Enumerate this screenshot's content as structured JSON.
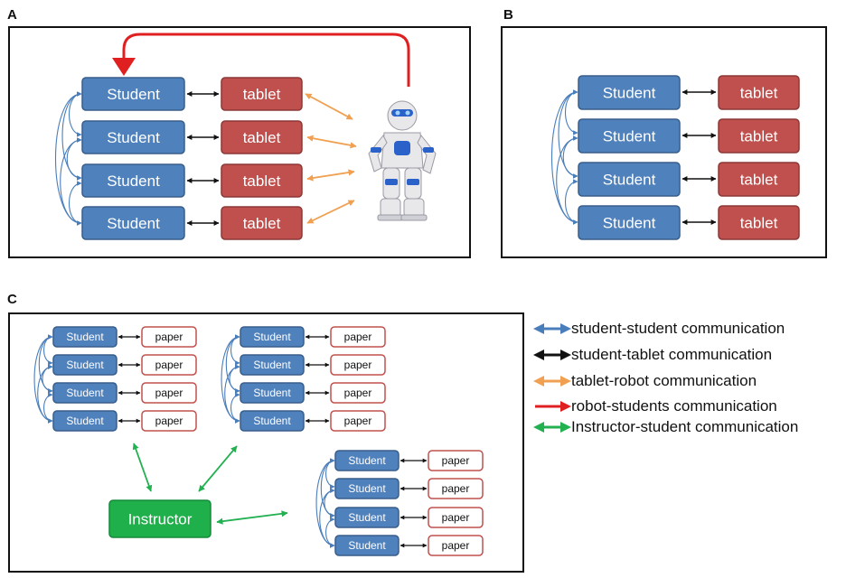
{
  "panels": {
    "a": "A",
    "b": "B",
    "c": "C"
  },
  "labels": {
    "student": "Student",
    "tablet": "tablet",
    "paper": "paper",
    "instructor": "Instructor"
  },
  "legend": [
    {
      "text": "student-student communication",
      "color": "#4a7ebb"
    },
    {
      "text": "student-tablet communication",
      "color": "#111111"
    },
    {
      "text": "tablet-robot communication",
      "color": "#f0a050"
    },
    {
      "text": "robot-students communication",
      "color": "#e02020"
    },
    {
      "text": "Instructor-student communication",
      "color": "#22b050"
    }
  ],
  "colors": {
    "student_fill": "#4f81bd",
    "student_stroke": "#385d8a",
    "tablet_fill": "#c0504d",
    "tablet_stroke": "#8c3836",
    "paper_stroke": "#c0504d",
    "instructor_fill": "#1fb04b",
    "robot_body": "#e8e8ea",
    "robot_accent": "#2a62c9"
  },
  "icons": {
    "robot": "humanoid-robot-icon"
  }
}
